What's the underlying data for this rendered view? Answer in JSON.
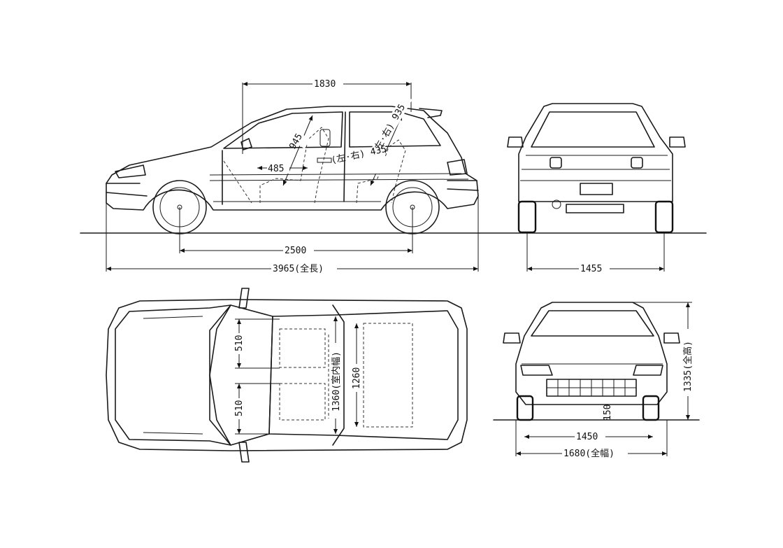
{
  "dimensions": {
    "overall_cabin_length": "1830",
    "front_headroom": "945",
    "rear_headroom": "(左·右) 935",
    "front_seat_to_pedal": "485",
    "rear_seat_height": "(左·右) 435",
    "wheelbase": "2500",
    "overall_length": "3965(全長)",
    "rear_tread": "1455",
    "front_tread": "1450",
    "overall_width": "1680(全幅)",
    "overall_height": "1335(全高)",
    "ground_clearance": "150",
    "front_seat_width": "510",
    "rear_seat_width": "510",
    "interior_width": "1360(室内幅)",
    "rear_interior_width": "1260"
  }
}
